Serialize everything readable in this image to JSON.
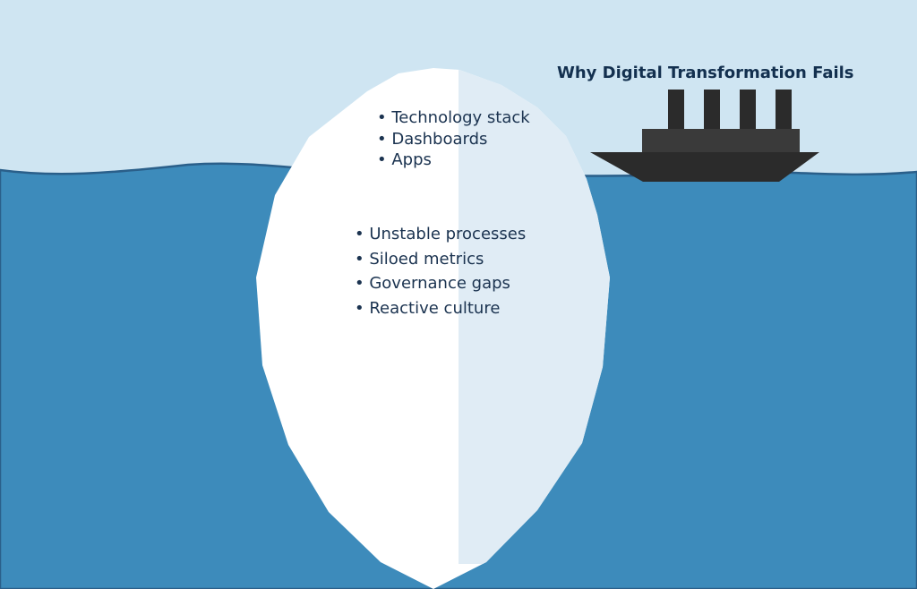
{
  "title": "Why Digital Transformation Fails",
  "above_water": [
    "Technology stack",
    "Dashboards",
    "Apps"
  ],
  "below_water": [
    "Unstable processes",
    "Siloed metrics",
    "Governance gaps",
    "Reactive culture"
  ],
  "colors": {
    "sky": "#cfe5f2",
    "water": "#3d8bbb",
    "iceberg_light": "#ffffff",
    "iceberg_shade": "#e0ecf5",
    "ship": "#2b2b2b",
    "text": "#1b3350"
  },
  "icons": [
    "iceberg",
    "ship"
  ]
}
